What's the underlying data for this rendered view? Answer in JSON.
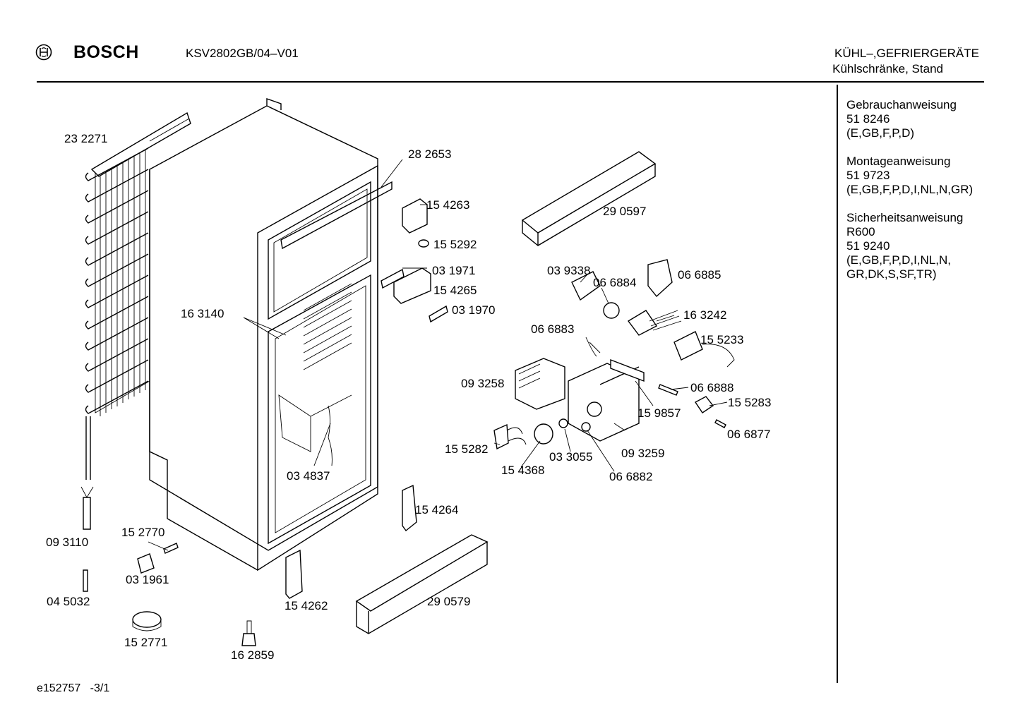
{
  "header": {
    "brand": "BOSCH",
    "model": "KSV2802GB/04–V01",
    "category": "KÜHL–,GEFRIERGERÄTE",
    "subcategory": "Kühlschränke, Stand"
  },
  "sidebar": {
    "blocks": [
      {
        "lines": [
          "Gebrauchanweisung",
          "51 8246",
          "(E,GB,F,P,D)"
        ]
      },
      {
        "lines": [
          "Montageanweisung",
          "51 9723",
          "(E,GB,F,P,D,I,NL,N,GR)"
        ]
      },
      {
        "lines": [
          "Sicherheitsanweisung",
          "R600",
          "51 9240",
          "(E,GB,F,P,D,I,NL,N,",
          "GR,DK,S,SF,TR)"
        ]
      }
    ]
  },
  "parts": {
    "p232271": "23 2271",
    "p282653": "28 2653",
    "p154263": "15 4263",
    "p155292": "15 5292",
    "p290597": "29 0597",
    "p031971": "03 1971",
    "p154265": "15 4265",
    "p031970": "03 1970",
    "p039338": "03 9338",
    "p066884": "06 6884",
    "p066885": "06 6885",
    "p163140": "16 3140",
    "p163242": "16 3242",
    "p066883": "06 6883",
    "p155233": "15 5233",
    "p093258": "09 3258",
    "p066888": "06 6888",
    "p159857": "15 9857",
    "p155283": "15 5283",
    "p066877": "06 6877",
    "p155282": "15 5282",
    "p033055": "03 3055",
    "p093259": "09 3259",
    "p154368": "15 4368",
    "p066882": "06 6882",
    "p034837": "03 4837",
    "p154264": "15 4264",
    "p093110": "09 3110",
    "p152770": "15 2770",
    "p031961": "03 1961",
    "p045032": "04 5032",
    "p154262": "15 4262",
    "p290579": "29 0579",
    "p152771": "15 2771",
    "p162859": "16 2859"
  },
  "footer": {
    "code": "e152757",
    "page": "-3/1"
  }
}
